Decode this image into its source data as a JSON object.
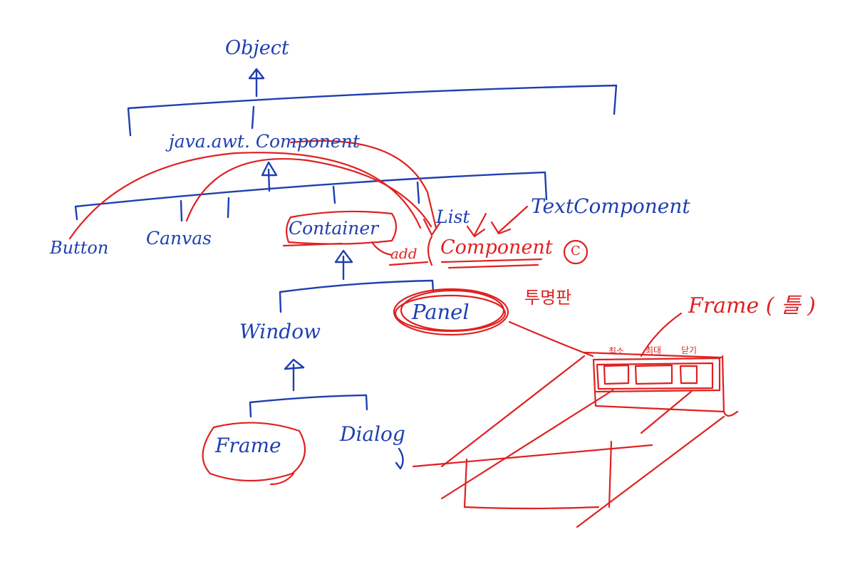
{
  "nodes": {
    "object": "Object",
    "component": "java.awt. Component",
    "button": "Button",
    "canvas": "Canvas",
    "container": "Container",
    "list": "List",
    "text_component": "TextComponent",
    "window": "Window",
    "panel": "Panel",
    "frame": "Frame",
    "dialog": "Dialog"
  },
  "annotations": {
    "add": "add",
    "add_arg": "Component",
    "circled_c": "C",
    "panel_note": "투명판",
    "frame_note": "Frame ( 틀 )",
    "title_bar_labels": [
      "최소",
      "최대",
      "닫기"
    ]
  },
  "colors": {
    "ink_blue": "#1f3fb0",
    "ink_red": "#e02020"
  }
}
